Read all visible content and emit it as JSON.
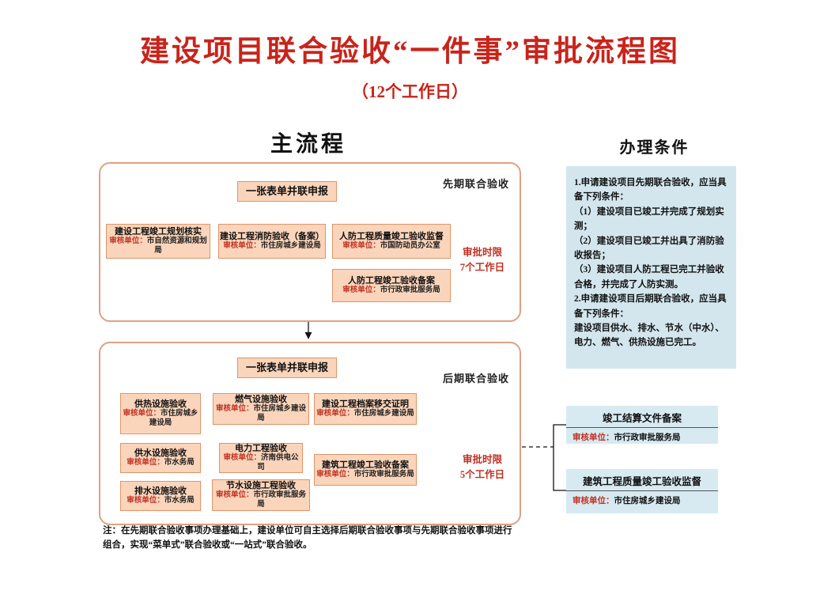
{
  "title": "建设项目联合验收“一件事”审批流程图",
  "subtitle": "（12个工作日）",
  "sections": {
    "main": "主流程",
    "conditions": "办理条件"
  },
  "colors": {
    "accent_red": "#c8241b",
    "peach_fill": "#fbd5bb",
    "peach_border": "#df9468",
    "blue_fill": "#d3e6ee"
  },
  "phase1": {
    "stage_label": "先期联合验收",
    "top_box": "一张表单并联申报",
    "time_limit": {
      "line1": "审批时限",
      "line2": "7个工作日"
    },
    "boxes": [
      {
        "title": "建设工程竣工规划核实",
        "unit_label": "审核单位：",
        "unit": "市自然资源和规划局"
      },
      {
        "title": "建设工程消防验收（备案）",
        "unit_label": "审核单位：",
        "unit": "市住房城乡建设局"
      },
      {
        "title": "人防工程质量竣工验收监督",
        "unit_label": "审核单位：",
        "unit": "市国防动员办公室"
      },
      {
        "title": "人防工程竣工验收备案",
        "unit_label": "审核单位：",
        "unit": "市行政审批服务局"
      }
    ]
  },
  "phase2": {
    "stage_label": "后期联合验收",
    "top_box": "一张表单并联申报",
    "time_limit": {
      "line1": "审批时限",
      "line2": "5个工作日"
    },
    "boxes": [
      {
        "title": "供热设施验收",
        "unit_label": "审核单位：",
        "unit": "市住房城乡建设局"
      },
      {
        "title": "燃气设施验收",
        "unit_label": "审核单位：",
        "unit": "市住房城乡建设局"
      },
      {
        "title": "建设工程档案移交证明",
        "unit_label": "审核单位：",
        "unit": "市住房城乡建设局"
      },
      {
        "title": "供水设施验收",
        "unit_label": "审核单位：",
        "unit": "市水务局"
      },
      {
        "title": "电力工程验收",
        "unit_label": "审核单位：",
        "unit": "济南供电公司"
      },
      {
        "title": "建筑工程竣工验收备案",
        "unit_label": "审核单位：",
        "unit": "市行政审批服务局"
      },
      {
        "title": "排水设施验收",
        "unit_label": "审核单位：",
        "unit": "市水务局"
      },
      {
        "title": "节水设施工程验收",
        "unit_label": "审核单位：",
        "unit": "市行政审批服务局"
      }
    ]
  },
  "conditions": {
    "heading": "办理条件",
    "text": "1.申请建设项目先期联合验收，应当具备下列条件：\n（1）建设项目已竣工并完成了规划实测；\n（2）建设项目已竣工并出具了消防验收报告；\n（3）建设项目人防工程已完工并验收合格，并完成了人防实测。\n2.申请建设项目后期联合验收，应当具备下列条件：\n建设项目供水、排水、节水（中水）、电力、燃气、供热设施已完工。"
  },
  "right_boxes": [
    {
      "title": "竣工结算文件备案",
      "unit_label": "审核单位：",
      "unit": "市行政审批服务局"
    },
    {
      "title": "建筑工程质量竣工验收监督",
      "unit_label": "审核单位：",
      "unit": "市住房城乡建设局"
    }
  ],
  "note": "注：在先期联合验收事项办理基础上，建设单位可自主选择后期联合验收事项与先期联合验收事项进行组合，实现“菜单式”联合验收或“一站式”联合验收。"
}
